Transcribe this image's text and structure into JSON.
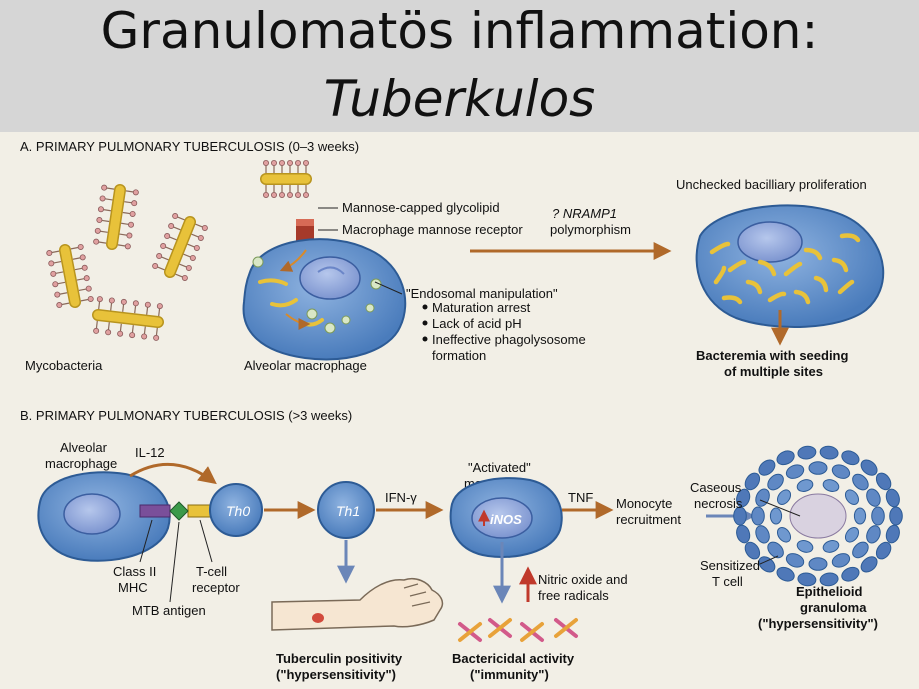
{
  "slide": {
    "title": "Granulomatös inflammation:",
    "subtitle": "Tuberkulos"
  },
  "section_a": {
    "heading": "A. PRIMARY PULMONARY TUBERCULOSIS (0–3 weeks)",
    "mycobacteria_label": "Mycobacteria",
    "alveolar_macrophage_label": "Alveolar macrophage",
    "glycolipid_label": "Mannose-capped glycolipid",
    "receptor_label": "Macrophage mannose receptor",
    "endosomal_label": "\"Endosomal manipulation\"",
    "endosomal_points": [
      "Maturation arrest",
      "Lack of acid pH",
      "Ineffective phagolysosome",
      "formation"
    ],
    "nramp_label": "? NRAMP1",
    "polymorphism_label": "polymorphism",
    "unchecked_label": "Unchecked bacilliary proliferation",
    "bacteremia_line1": "Bacteremia with seeding",
    "bacteremia_line2": "of multiple sites"
  },
  "section_b": {
    "heading": "B. PRIMARY PULMONARY TUBERCULOSIS (>3 weeks)",
    "alveolar_line1": "Alveolar",
    "alveolar_line2": "macrophage",
    "il12_label": "IL-12",
    "th0_label": "Th0",
    "th1_label": "Th1",
    "ifn_label": "IFN-γ",
    "activated_line1": "\"Activated\"",
    "activated_line2": "macrophage",
    "inos_label": "iNOS",
    "tnf_label": "TNF",
    "monocyte_line1": "Monocyte",
    "monocyte_line2": "recruitment",
    "caseous_line1": "Caseous",
    "caseous_line2": "necrosis",
    "class2_line1": "Class II",
    "class2_line2": "MHC",
    "tcell_receptor_line1": "T-cell",
    "tcell_receptor_line2": "receptor",
    "mtb_label": "MTB antigen",
    "nitric_line1": "Nitric oxide and",
    "nitric_line2": "free radicals",
    "sensitized_line1": "Sensitized",
    "sensitized_line2": "T cell",
    "epithelioid_line1": "Epithelioid",
    "epithelioid_line2": "granuloma",
    "epithelioid_line3": "(\"hypersensitivity\")",
    "tuberculin_line1": "Tuberculin positivity",
    "tuberculin_line2": "(\"hypersensitivity\")",
    "bactericidal_line1": "Bactericidal activity",
    "bactericidal_line2": "(\"immunity\")"
  },
  "colors": {
    "title_band": "#d6d6d6",
    "panel_bg": "#f2efe6",
    "cell_fill": "#5f90c8",
    "cell_edge": "#2d5b95",
    "nucleus": "#8aa6da",
    "bacillus": "#e8c23a",
    "arrow_brown": "#b0692a",
    "arrow_blue": "#6b86b8",
    "marker_red": "#d24a3c"
  }
}
